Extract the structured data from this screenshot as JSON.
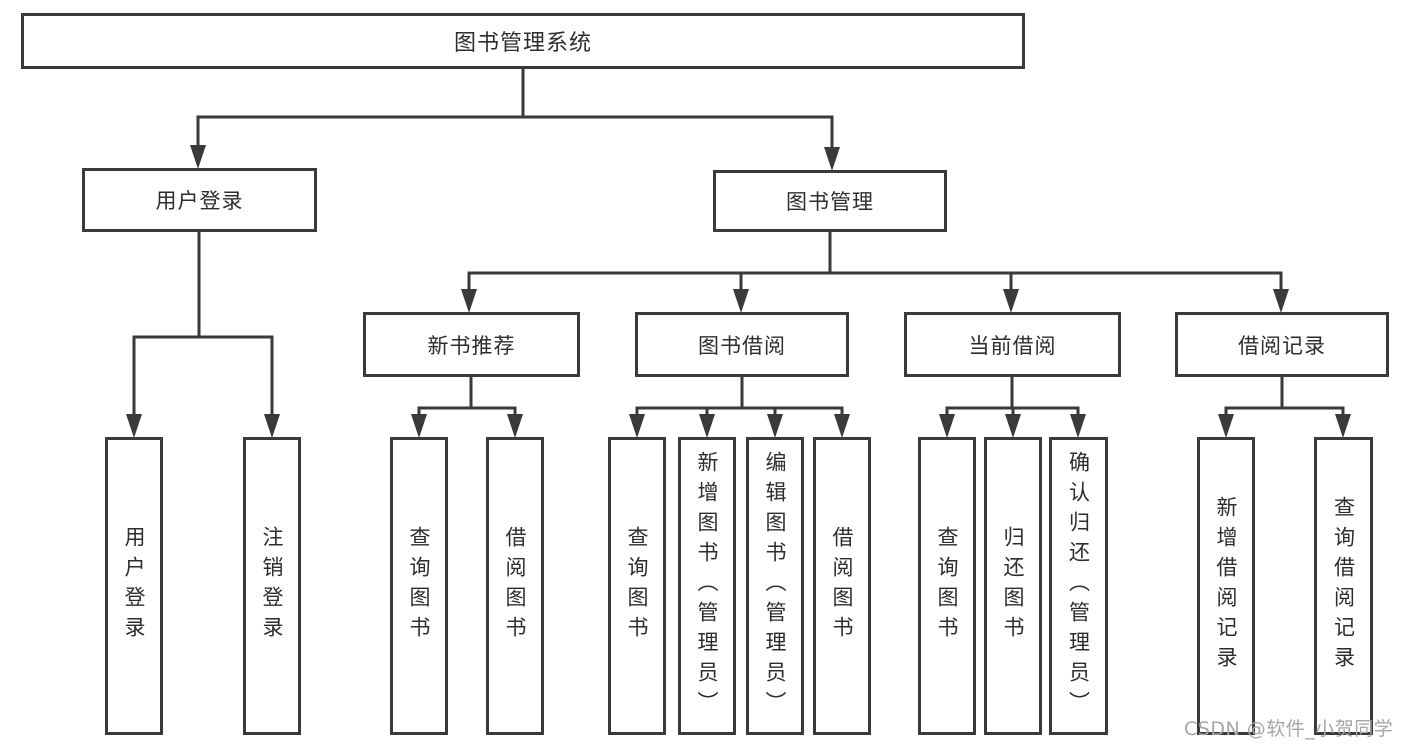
{
  "colors": {
    "line": "#3a3a3a",
    "text": "#2d2d2d",
    "watermark": "#a6a6a6",
    "background": "#ffffff"
  },
  "root": {
    "label": "图书管理系统"
  },
  "level2": {
    "user_login": {
      "label": "用户登录"
    },
    "book_mgmt": {
      "label": "图书管理"
    }
  },
  "level3": {
    "new_books": {
      "label": "新书推荐"
    },
    "book_borrow": {
      "label": "图书借阅"
    },
    "current_borrow": {
      "label": "当前借阅"
    },
    "borrow_records": {
      "label": "借阅记录"
    }
  },
  "leaves": {
    "user_login": [
      "用户登录",
      "注销登录"
    ],
    "new_books": [
      "查询图书",
      "借阅图书"
    ],
    "book_borrow": [
      "查询图书",
      "新增图书（管理员）",
      "编辑图书（管理员）",
      "借阅图书"
    ],
    "current_borrow": [
      "查询图书",
      "归还图书",
      "确认归还（管理员）"
    ],
    "borrow_records": [
      "新增借阅记录",
      "查询借阅记录"
    ]
  },
  "watermark": {
    "text": "CSDN @软件_小贺同学"
  }
}
